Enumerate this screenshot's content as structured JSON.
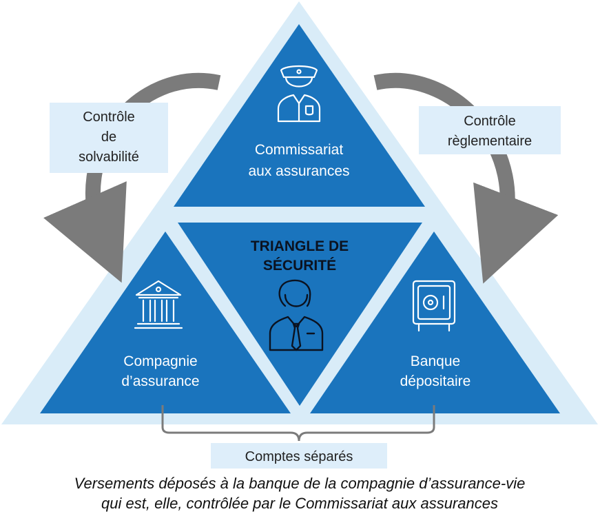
{
  "center": {
    "title_line1": "TRIANGLE DE",
    "title_line2": "SÉCURITÉ",
    "icon": "businessman-icon"
  },
  "top": {
    "line1": "Commissariat",
    "line2": "aux assurances",
    "icon": "police-officer-icon"
  },
  "left": {
    "line1": "Compagnie",
    "line2": "d’assurance",
    "icon": "bank-building-icon"
  },
  "right": {
    "line1": "Banque",
    "line2": "dépositaire",
    "icon": "safe-icon"
  },
  "left_box": {
    "line1": "Contrôle",
    "line2": "de",
    "line3": "solvabilité"
  },
  "right_box": {
    "line1": "Contrôle",
    "line2": "règlementaire"
  },
  "bottom_box": {
    "label": "Comptes séparés"
  },
  "footnote": {
    "line1": "Versements déposés à la banque de la compagnie d’assurance-vie",
    "line2": "qui est, elle, contrôlée par le Commissariat aux assurances"
  },
  "colors": {
    "blue": "#1a74bd",
    "light_blue": "#d9ecf8",
    "arrow_gray": "#7b7b7b"
  }
}
